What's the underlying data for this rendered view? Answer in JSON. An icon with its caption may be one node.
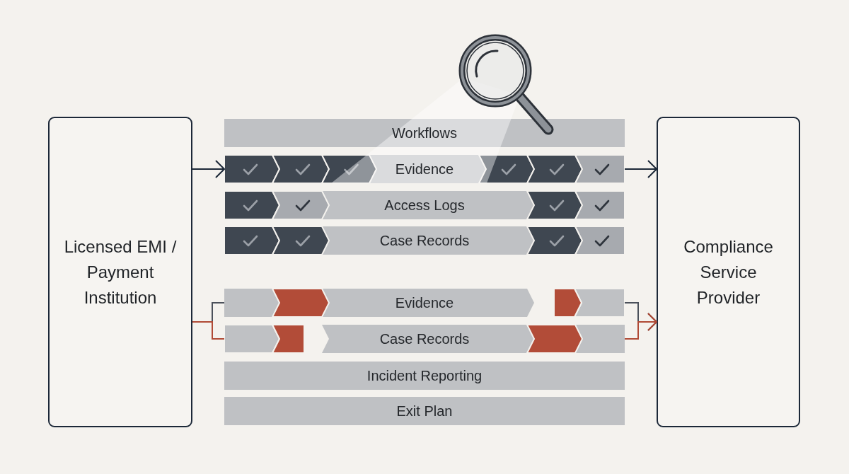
{
  "diagram": {
    "nodes": [
      {
        "text": [
          "Licensed EMI / Payment Institution"
        ]
      },
      {
        "text": [
          "Workflows"
        ]
      },
      {
        "text": [
          "Evidence"
        ]
      },
      {
        "text": [
          "Access Logs"
        ]
      },
      {
        "text": [
          "Case Records"
        ]
      },
      {
        "text": [
          "Evidence"
        ]
      },
      {
        "text": [
          "Case Records"
        ]
      },
      {
        "text": [
          "Incident Reporting"
        ]
      },
      {
        "text": [
          "Exit Plan"
        ]
      },
      {
        "text": [
          "Compliance Service Provider"
        ]
      }
    ],
    "edges": [
      {
        "from": 0,
        "to": 2,
        "arrow": "to"
      },
      {
        "from": 2,
        "to": 9,
        "arrow": "to"
      },
      {
        "from": 0,
        "to": 5,
        "arrow": "none",
        "color": "#4b515b"
      },
      {
        "from": 0,
        "to": 6,
        "arrow": "none",
        "color": "#b04a36"
      },
      {
        "from": 5,
        "to": 9,
        "arrow": "to",
        "color": "#4b515b"
      },
      {
        "from": 6,
        "to": 9,
        "arrow": "to",
        "color": "#b04a36"
      }
    ]
  }
}
